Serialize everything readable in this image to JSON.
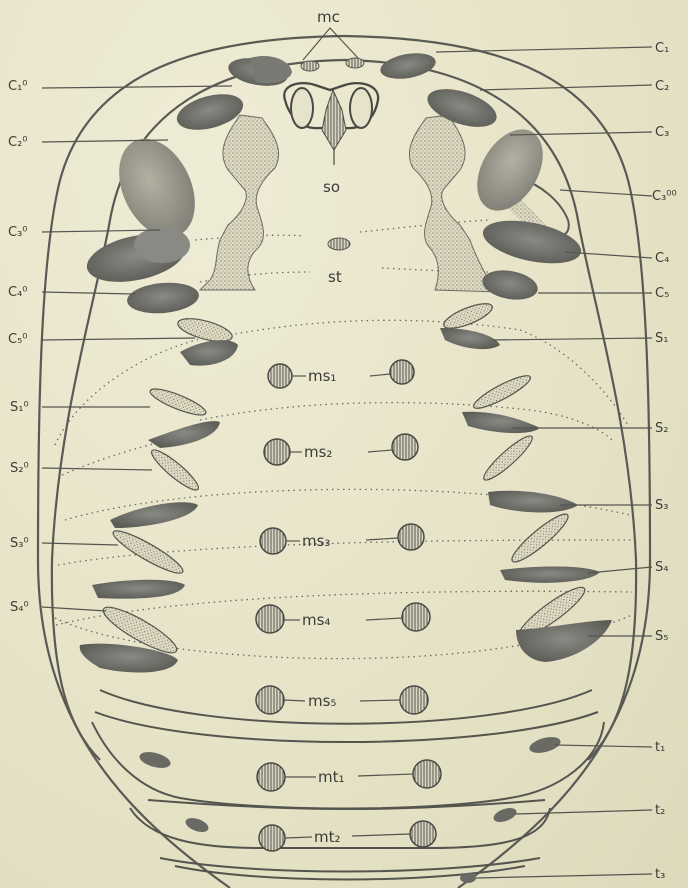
{
  "labels": {
    "mc": "mc",
    "so": "so",
    "st": "st",
    "c1": "C₁",
    "c2": "C₂",
    "c3": "C₃",
    "c3b": "C₃⁰⁰",
    "c4": "C₄",
    "c5": "C₅",
    "c1o": "C₁⁰",
    "c2o": "C₂⁰",
    "c3o": "C₃⁰",
    "c4o": "C₄⁰",
    "c5o": "C₅⁰",
    "s1": "S₁",
    "s2": "S₂",
    "s3": "S₃",
    "s4": "S₄",
    "s5": "S₅",
    "s1o": "S₁⁰",
    "s2o": "S₂⁰",
    "s3o": "S₃⁰",
    "s4o": "S₄⁰",
    "ms1": "ms₁",
    "ms2": "ms₂",
    "ms3": "ms₃",
    "ms4": "ms₄",
    "ms5": "ms₅",
    "mt1": "mt₁",
    "mt2": "mt₂",
    "t1": "t₁",
    "t2": "t₂",
    "t3": "t₃"
  },
  "colors": {
    "background": "#e9e6cd",
    "dark_sclerite": "#6f6f6a",
    "light_sclerite": "#d4d1bc",
    "outline": "#55554f"
  }
}
